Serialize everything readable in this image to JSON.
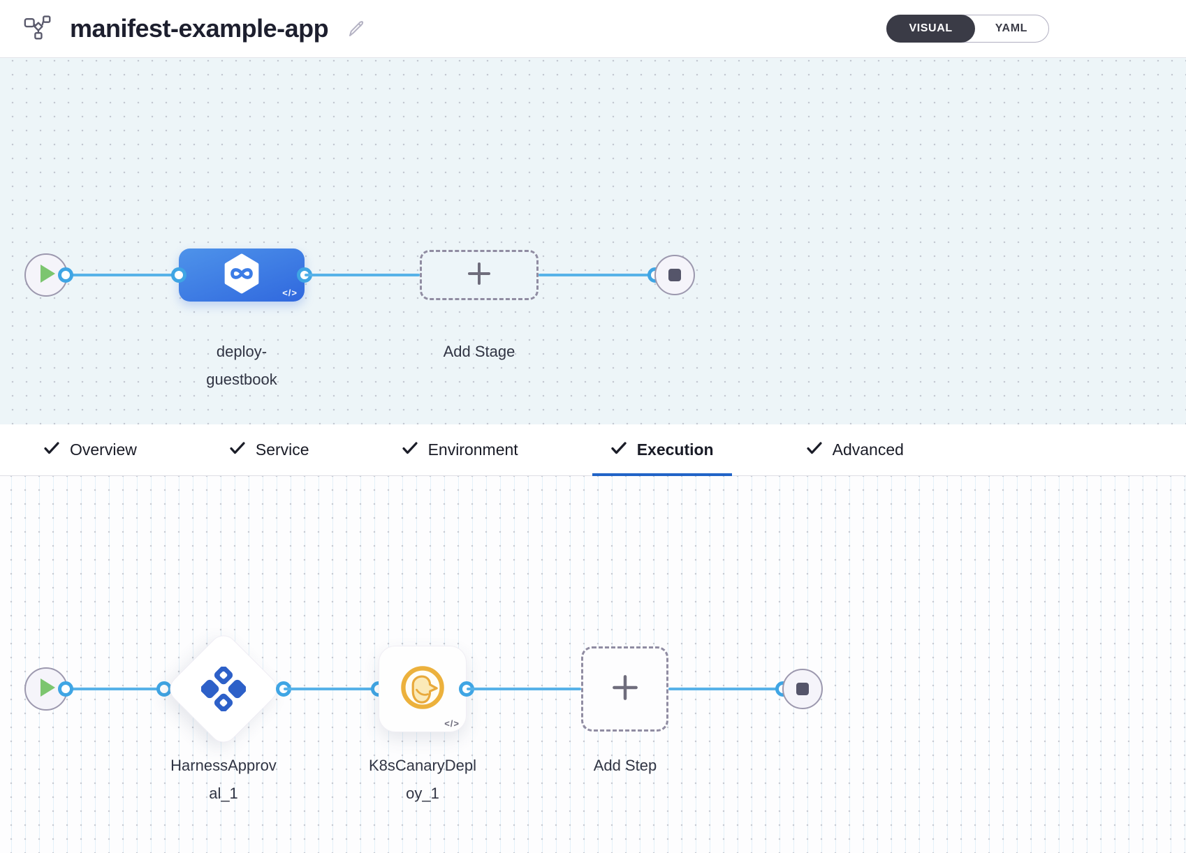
{
  "header": {
    "title": "manifest-example-app",
    "view_toggle": {
      "options": [
        "VISUAL",
        "YAML"
      ],
      "selected": "VISUAL"
    }
  },
  "stage_tabs": {
    "items": [
      {
        "label": "Overview",
        "checked": true,
        "active": false
      },
      {
        "label": "Service",
        "checked": true,
        "active": false
      },
      {
        "label": "Environment",
        "checked": true,
        "active": false
      },
      {
        "label": "Execution",
        "checked": true,
        "active": true
      },
      {
        "label": "Advanced",
        "checked": true,
        "active": false
      }
    ]
  },
  "pipeline_canvas": {
    "stages": [
      {
        "name": "deploy-guestbook",
        "type": "deployment-stage",
        "code_badge": "</>"
      }
    ],
    "add_stage_label": "Add Stage"
  },
  "execution_canvas": {
    "steps": [
      {
        "name": "HarnessApproval_1",
        "type": "harness-approval"
      },
      {
        "name": "K8sCanaryDeploy_1",
        "type": "k8s-canary-deploy",
        "code_badge": "</>"
      }
    ],
    "add_step_label": "Add Step"
  },
  "colors": {
    "accent_blue": "#3b7ce6",
    "connector_blue": "#57b2e8",
    "toggle_dark": "#3a3b46",
    "tab_underline": "#2164c7",
    "approval_icon_blue": "#2d60c8",
    "canary_yellow": "#ecb13c",
    "play_green": "#7cc56f",
    "canvas_top_bg": "#edf5f8"
  }
}
